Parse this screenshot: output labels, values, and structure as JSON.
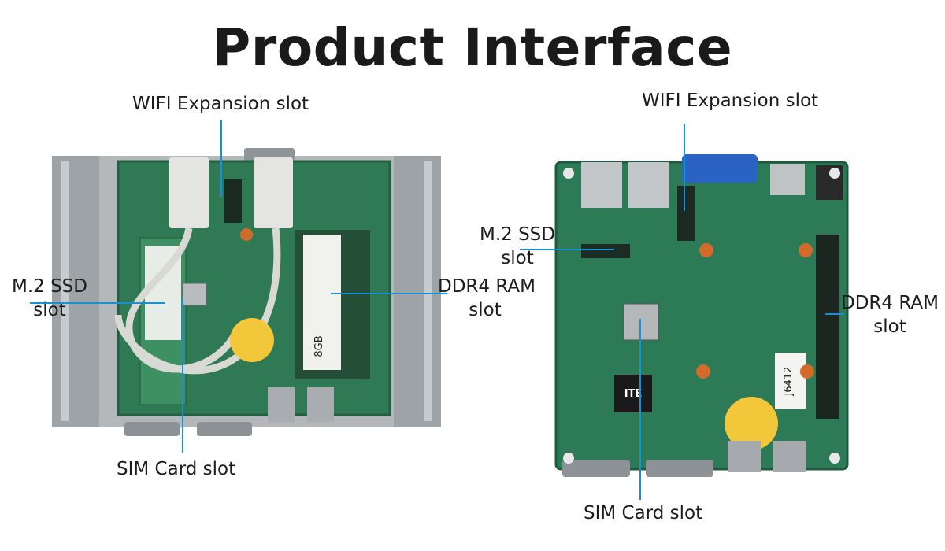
{
  "title": "Product Interface",
  "left_unit": {
    "wifi_label": "WIFI Expansion slot",
    "m2_label_line1": "M.2 SSD",
    "m2_label_line2": "slot",
    "ddr4_label_line1": "DDR4 RAM",
    "ddr4_label_line2": "slot",
    "sim_label": "SIM Card slot",
    "ram_chip_text": "8GB"
  },
  "right_unit": {
    "wifi_label": "WIFI Expansion slot",
    "m2_label_line1": "M.2 SSD",
    "m2_label_line2": "slot",
    "ddr4_label_line1": "DDR4 RAM",
    "ddr4_label_line2": "slot",
    "sim_label": "SIM Card slot",
    "sticker_text": "J6412",
    "chip_text": "ITE"
  },
  "colors": {
    "accent_line": "#1a8fd6",
    "pcb_green": "#2f7a55",
    "chassis_gray": "#9a9fa3"
  }
}
